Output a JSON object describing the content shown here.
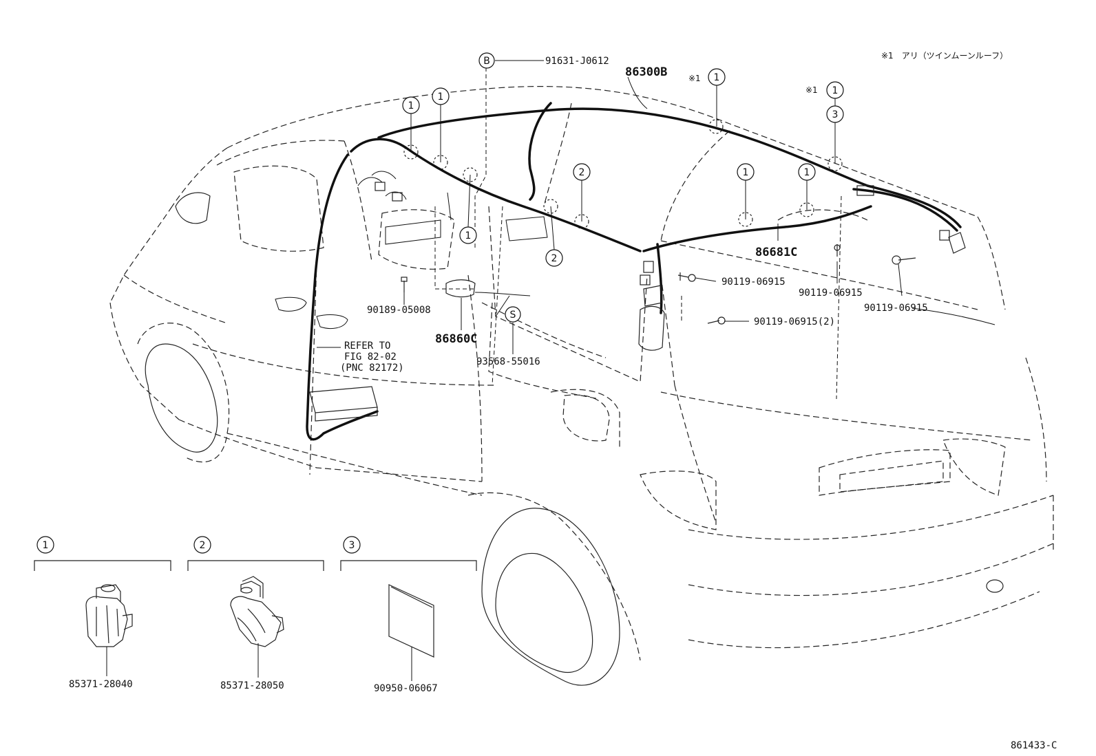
{
  "note": "※1　アリ（ツインムーンルーフ）",
  "figure_code": "861433-C",
  "callouts": {
    "b_letter": "B",
    "s_letter": "S",
    "c1": "1",
    "c2": "2",
    "c3": "3",
    "star1": "※1"
  },
  "parts": {
    "p91631": "91631-J0612",
    "p86300b": "86300B",
    "p86681c": "86681C",
    "p90119a": "90119-06915",
    "p90119b": "90119-06915",
    "p90119c": "90119-06915",
    "p90119d": "90119-06915(2)",
    "p90189": "90189-05008",
    "p86860c": "86860C",
    "p93568": "93568-55016",
    "refer_line1": "REFER TO",
    "refer_line2": "FIG 82-02",
    "refer_line3": "(PNC 82172)"
  },
  "legend": [
    {
      "key": "1",
      "part": "85371-28040"
    },
    {
      "key": "2",
      "part": "85371-28050"
    },
    {
      "key": "3",
      "part": "90950-06067"
    }
  ]
}
